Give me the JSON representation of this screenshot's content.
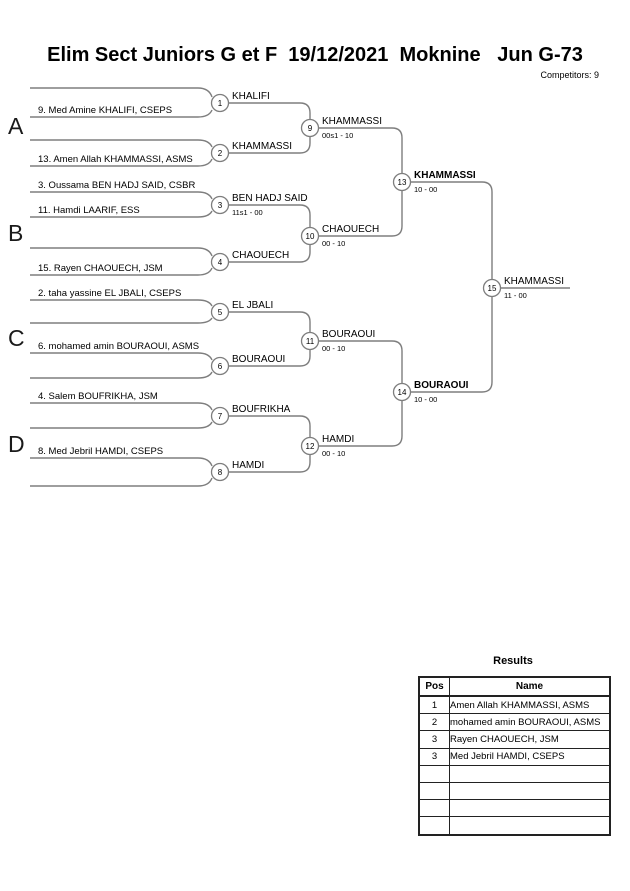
{
  "header": {
    "title": "Elim Sect Juniors G et F  19/12/2021  Moknine   Jun G-73",
    "competitors": "Competitors: 9"
  },
  "sections": [
    "A",
    "B",
    "C",
    "D"
  ],
  "bracket": {
    "players": [
      "9. Med Amine KHALIFI, CSEPS",
      "13. Amen Allah KHAMMASSI, ASMS",
      "3. Oussama BEN HADJ SAID, CSBR",
      "11. Hamdi LAARIF, ESS",
      "15. Rayen CHAOUECH, JSM",
      "2. taha yassine EL JBALI, CSEPS",
      "6. mohamed amin BOURAOUI, ASMS",
      "4. Salem BOUFRIKHA, JSM",
      "8. Med Jebril HAMDI, CSEPS"
    ],
    "matches": [
      {
        "no": "1",
        "winner": "KHALIFI",
        "score": ""
      },
      {
        "no": "2",
        "winner": "KHAMMASSI",
        "score": ""
      },
      {
        "no": "3",
        "winner": "BEN HADJ SAID",
        "score": "11s1 - 00"
      },
      {
        "no": "4",
        "winner": "CHAOUECH",
        "score": ""
      },
      {
        "no": "5",
        "winner": "EL JBALI",
        "score": ""
      },
      {
        "no": "6",
        "winner": "BOURAOUI",
        "score": ""
      },
      {
        "no": "7",
        "winner": "BOUFRIKHA",
        "score": ""
      },
      {
        "no": "8",
        "winner": "HAMDI",
        "score": ""
      },
      {
        "no": "9",
        "winner": "KHAMMASSI",
        "score": "00s1 - 10"
      },
      {
        "no": "10",
        "winner": "CHAOUECH",
        "score": "00 - 10"
      },
      {
        "no": "11",
        "winner": "BOURAOUI",
        "score": "00 - 10"
      },
      {
        "no": "12",
        "winner": "HAMDI",
        "score": "00 - 10"
      },
      {
        "no": "13",
        "winner": "KHAMMASSI",
        "score": "10 - 00"
      },
      {
        "no": "14",
        "winner": "BOURAOUI",
        "score": "10 - 00"
      },
      {
        "no": "15",
        "winner": "KHAMMASSI",
        "score": "11 - 00"
      }
    ]
  },
  "results": {
    "title": "Results",
    "columns": {
      "pos": "Pos",
      "name": "Name"
    },
    "rows": [
      {
        "pos": "1",
        "name": "Amen Allah KHAMMASSI, ASMS"
      },
      {
        "pos": "2",
        "name": "mohamed amin BOURAOUI, ASMS"
      },
      {
        "pos": "3",
        "name": "Rayen CHAOUECH, JSM"
      },
      {
        "pos": "3",
        "name": "Med Jebril HAMDI, CSEPS"
      },
      {
        "pos": "",
        "name": ""
      },
      {
        "pos": "",
        "name": ""
      },
      {
        "pos": "",
        "name": ""
      },
      {
        "pos": "",
        "name": ""
      }
    ]
  },
  "colors": {
    "line": "#7e7e7e",
    "text": "#000000",
    "background": "#ffffff"
  }
}
